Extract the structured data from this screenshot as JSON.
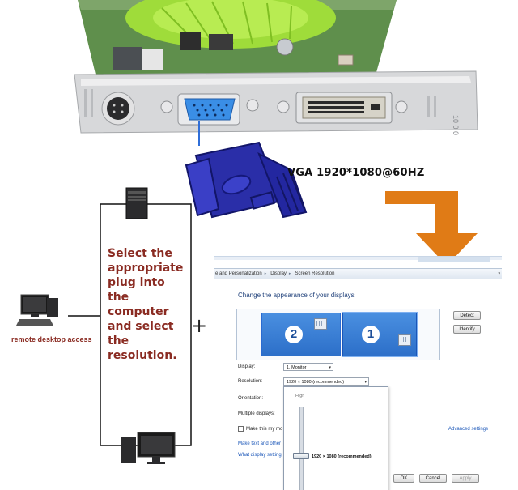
{
  "card": {
    "bracket_text": "10 0 0"
  },
  "caption": {
    "vga_spec": "VGA 1920*1080@60HZ"
  },
  "diagram": {
    "instruction_lines": [
      "Select the",
      "appropriate",
      "plug into",
      "the",
      "computer",
      "and select",
      "the",
      "resolution."
    ],
    "remote_label": "remote desktop access",
    "plus": "+"
  },
  "window": {
    "breadcrumb": [
      "e and Personalization",
      "Display",
      "Screen Resolution"
    ],
    "heading": "Change the appearance of your displays",
    "monitors": [
      "2",
      "1"
    ],
    "buttons": {
      "detect": "Detect",
      "identify": "Identify",
      "ok": "OK",
      "cancel": "Cancel",
      "apply": "Apply"
    },
    "labels": {
      "display": "Display:",
      "resolution": "Resolution:",
      "orientation": "Orientation:",
      "multiple": "Multiple displays:"
    },
    "display_value": "1. Monitor",
    "resolution_value": "1920 × 1080 (recommended)",
    "checkbox_text": "Make this my mo",
    "links": {
      "larger": "Make text and other",
      "which": "What display setting",
      "advanced": "Advanced settings"
    },
    "slider": {
      "high": "High",
      "current": "1920 × 1080 (recommended)"
    }
  }
}
